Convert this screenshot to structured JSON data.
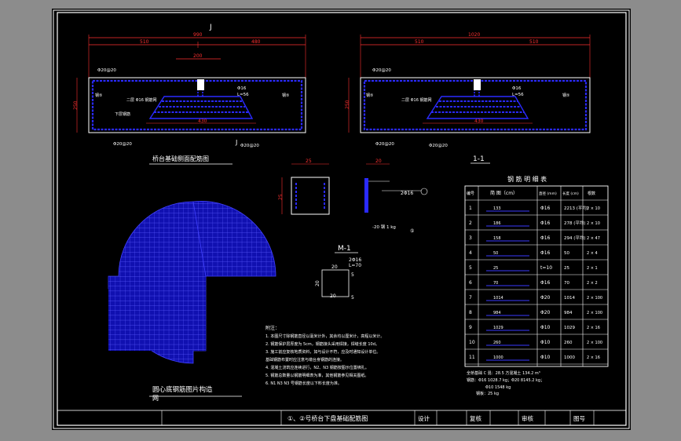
{
  "drawing": {
    "marker_j_top": "J",
    "marker_j_bottom": "J",
    "left_view": {
      "dim_total": "990",
      "dim_left": "510",
      "dim_right": "480",
      "dim_top_mid": "200",
      "dim_bottom": "430",
      "dim_height": "250",
      "rebar_top": "Φ20@20",
      "rebar_bottom": "Φ20@20",
      "rebar_bottom2": "Φ20@20",
      "rebar_mid": "Φ16",
      "rebar_mid2": "L=56",
      "label_mid": "二层 Φ16 钢筋网",
      "label_low": "下层钢筋",
      "label_side_left": "钢⑤",
      "label_side_right": "钢⑤"
    },
    "right_view": {
      "dim_total": "1020",
      "dim_left": "510",
      "dim_right": "510",
      "dim_bottom": "430",
      "dim_height": "250",
      "rebar_top": "Φ20@20",
      "rebar_bottom": "Φ20@20",
      "rebar_bottom2": "Φ20@20",
      "rebar_mid": "Φ16",
      "rebar_mid2": "L=56",
      "label_mid": "二层 Φ16 钢筋网",
      "label_side_left": "钢⑤",
      "label_side_right": "钢⑤"
    },
    "title_side_view": "桥台基础侧面配筋图",
    "section_label": "1-1",
    "section_m_label": "M-1",
    "section_m_dim1": "20",
    "section_m_dim2": "5",
    "section_m_dim3": "20",
    "section_m_dim4": "5",
    "section_m_dim5": "20",
    "section_m_rebar": "2Φ16",
    "section_m_len": "L=70",
    "small_box_dim_w": "25",
    "small_box_dim_h": "25",
    "bar_dim": "20",
    "bar_rebar": "2Φ16",
    "bar_note": "-20 钢 1 kg",
    "bar_circle": "⑤",
    "title_grid": "圆心底钢筋图片构造",
    "title_grid_sub": "网",
    "notes_title": "附注：",
    "notes": [
      "1. 本图尺寸除钢筋直径以毫米计外，其余均以厘米计，高程以米计。",
      "2. 钢筋保护层厚度为 5cm，钢筋接头采用焊接，焊缝长度 10d。",
      "3. 施工前应复核地质资料，如与设计不符，应及时通知设计单位。",
      "   基础钢筋布置时应注意与墩台身钢筋的连接。",
      "4. 混凝土浇筑应连续进行，N2、N3 钢筋按图示位置绑扎。",
      "5. 钢筋总数量以钢筋明细表为准，其他钢筋参见相关图纸。",
      "6. N1  N3  N3 号钢筋长度以下料长度为准。"
    ]
  },
  "rebar_table": {
    "title": "钢 筋 明 细 表",
    "headers": [
      "编号",
      "简  图（cm）",
      "直径 (mm)",
      "长度 (cm)",
      "根数"
    ],
    "rows": [
      {
        "no": "1",
        "shape": "133",
        "dia": "Φ16",
        "len": "2213 (平均)",
        "count": "2 × 10"
      },
      {
        "no": "2",
        "shape": "186",
        "dia": "Φ16",
        "len": "278 (平均)",
        "count": "2 × 10"
      },
      {
        "no": "3",
        "shape": "158",
        "dia": "Φ16",
        "len": "294 (平均)",
        "count": "2 × 47"
      },
      {
        "no": "4",
        "shape": "50",
        "dia": "Φ16",
        "len": "50",
        "count": "2 × 4"
      },
      {
        "no": "5",
        "shape": "25",
        "dia": "t=10",
        "len": "25",
        "count": "2 × 1"
      },
      {
        "no": "6",
        "shape": "70",
        "dia": "Φ16",
        "len": "70",
        "count": "2 × 2"
      },
      {
        "no": "7",
        "shape": "1014",
        "dia": "Φ20",
        "len": "1014",
        "count": "2 × 100"
      },
      {
        "no": "8",
        "shape": "984",
        "dia": "Φ20",
        "len": "984",
        "count": "2 × 100"
      },
      {
        "no": "9",
        "shape": "1029",
        "dia": "Φ10",
        "len": "1029",
        "count": "2 × 16"
      },
      {
        "no": "10",
        "shape": "260",
        "dia": "Φ10",
        "len": "260",
        "count": "2 × 100"
      },
      {
        "no": "11",
        "shape": "1000",
        "dia": "Φ10",
        "len": "1000",
        "count": "2 × 16"
      }
    ],
    "summary": [
      "全桥基础 C 混：28.5 方混凝土 134.2 m³",
      "钢筋：Φ16 1028.7 kg；Φ20 8145.2 kg；",
      "Φ10 1548 kg",
      "钢板：25 kg"
    ]
  },
  "title_block": {
    "title": "①、②号桥台下盘基础配筋图",
    "design": "设计",
    "review": "复核",
    "approve": "审核",
    "drawing_no": "图号"
  }
}
